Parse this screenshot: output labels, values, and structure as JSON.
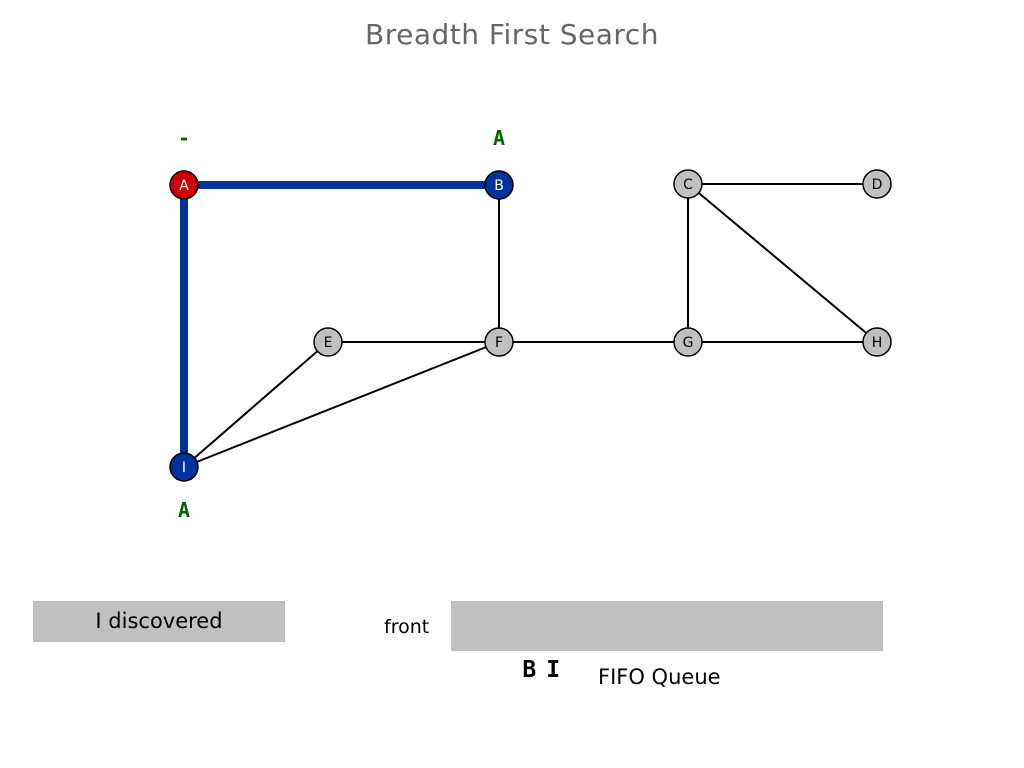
{
  "title": "Breadth First Search",
  "colors": {
    "visited_node": "#cc0000",
    "discovered_node": "#003399",
    "undiscovered_node": "#c0c0c0",
    "tree_edge": "#003399",
    "edge": "#000000",
    "parent_label": "#006600"
  },
  "graph": {
    "nodes": [
      {
        "id": "A",
        "state": "visited",
        "parent": "-"
      },
      {
        "id": "B",
        "state": "discovered",
        "parent": "A"
      },
      {
        "id": "C",
        "state": "undiscovered",
        "parent": ""
      },
      {
        "id": "D",
        "state": "undiscovered",
        "parent": ""
      },
      {
        "id": "E",
        "state": "undiscovered",
        "parent": ""
      },
      {
        "id": "F",
        "state": "undiscovered",
        "parent": ""
      },
      {
        "id": "G",
        "state": "undiscovered",
        "parent": ""
      },
      {
        "id": "H",
        "state": "undiscovered",
        "parent": ""
      },
      {
        "id": "I",
        "state": "discovered",
        "parent": "A"
      }
    ],
    "edges": [
      {
        "from": "A",
        "to": "B",
        "tree": true
      },
      {
        "from": "A",
        "to": "I",
        "tree": true
      },
      {
        "from": "B",
        "to": "F",
        "tree": false
      },
      {
        "from": "C",
        "to": "D",
        "tree": false
      },
      {
        "from": "C",
        "to": "G",
        "tree": false
      },
      {
        "from": "C",
        "to": "H",
        "tree": false
      },
      {
        "from": "E",
        "to": "F",
        "tree": false
      },
      {
        "from": "F",
        "to": "G",
        "tree": false
      },
      {
        "from": "G",
        "to": "H",
        "tree": false
      },
      {
        "from": "I",
        "to": "E",
        "tree": false
      },
      {
        "from": "I",
        "to": "F",
        "tree": false
      }
    ]
  },
  "status": "I discovered",
  "queue": {
    "front_label": "front",
    "items": [
      "B",
      "I"
    ],
    "label": "FIFO Queue"
  }
}
